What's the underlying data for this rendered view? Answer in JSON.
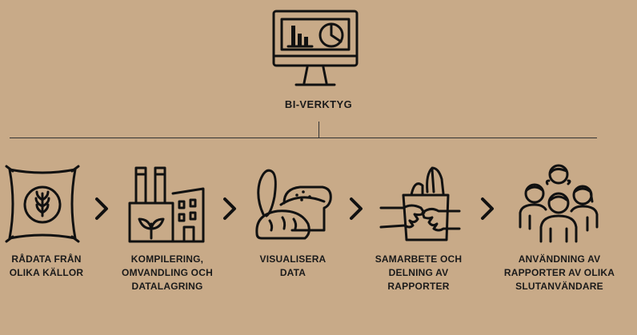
{
  "top": {
    "title": "BI-VERKTYG",
    "icon": "monitor-chart-icon"
  },
  "steps": [
    {
      "icon": "grain-sack-icon",
      "lines": [
        "RÅDATA FRÅN",
        "OLIKA KÄLLOR"
      ]
    },
    {
      "icon": "factory-icon",
      "lines": [
        "KOMPILERING,",
        "OMVANDLING OCH",
        "DATALAGRING"
      ]
    },
    {
      "icon": "bread-icon",
      "lines": [
        "VISUALISERA",
        "DATA"
      ]
    },
    {
      "icon": "handover-bag-icon",
      "lines": [
        "SAMARBETE OCH",
        "DELNING AV",
        "RAPPORTER"
      ]
    },
    {
      "icon": "people-group-icon",
      "lines": [
        "ANVÄNDNING AV",
        "RAPPORTER AV OLIKA",
        "SLUTANVÄNDARE"
      ]
    }
  ],
  "colors": {
    "background": "#c8aa88",
    "ink": "#111111"
  }
}
